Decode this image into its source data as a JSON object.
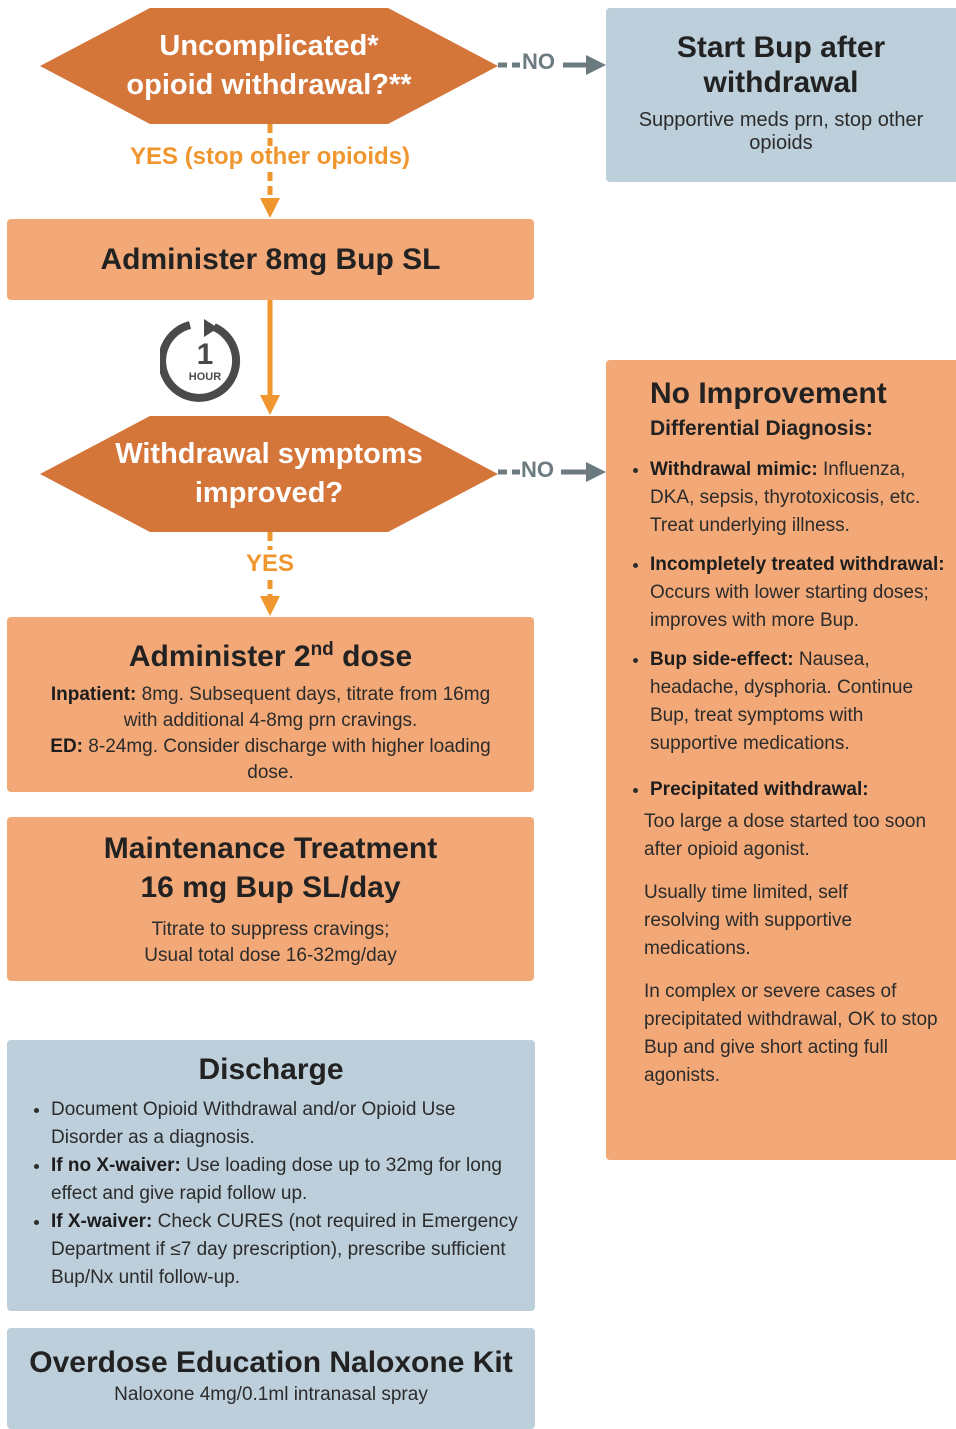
{
  "decision1": {
    "line1": "Uncomplicated*",
    "line2": "opioid withdrawal?**"
  },
  "decision1_no_label": "NO",
  "decision1_yes_label": "YES (stop other opioids)",
  "start_after": {
    "title_line1": "Start Bup after",
    "title_line2": "withdrawal",
    "subtitle": "Supportive meds prn, stop other opioids"
  },
  "administer_first": "Administer 8mg Bup SL",
  "timer": {
    "number": "1",
    "unit": "HOUR"
  },
  "decision2": {
    "line1": "Withdrawal symptoms",
    "line2": "improved?"
  },
  "decision2_no_label": "NO",
  "decision2_yes_label": "YES",
  "second_dose": {
    "title": "Administer 2",
    "title_sup": "nd",
    "title_end": " dose",
    "inpatient_label": "Inpatient:",
    "inpatient_text": " 8mg. Subsequent days, titrate from 16mg with additional 4-8mg prn cravings.",
    "ed_label": "ED:",
    "ed_text": " 8-24mg. Consider discharge with higher loading dose."
  },
  "maintenance": {
    "title_line1": "Maintenance Treatment",
    "title_line2": "16 mg Bup SL/day",
    "text_line1": "Titrate to suppress cravings;",
    "text_line2": "Usual total dose 16-32mg/day"
  },
  "no_improvement": {
    "title": "No Improvement",
    "subtitle": "Differential Diagnosis:",
    "items": [
      {
        "label": "Withdrawal mimic:",
        "text": " Influenza, DKA, sepsis, thyrotoxicosis, etc. Treat underlying illness."
      },
      {
        "label": "Incompletely treated withdrawal:",
        "text": " Occurs with lower starting doses; improves with more Bup."
      },
      {
        "label": "Bup side-effect:",
        "text": " Nausea, headache, dysphoria. Continue Bup, treat symptoms with supportive medications."
      },
      {
        "label": "Precipitated withdrawal:",
        "text": ""
      }
    ],
    "precip_para1": "Too large a dose started too soon after opioid agonist.",
    "precip_para2": "Usually time limited, self resolving with supportive medications.",
    "precip_para3": "In complex or severe cases of precipitated withdrawal, OK to stop Bup and give short acting full agonists."
  },
  "discharge": {
    "title": "Discharge",
    "item1_text": "Document Opioid Withdrawal and/or Opioid Use Disorder as a diagnosis.",
    "item2_label": "If no X-waiver:",
    "item2_text": " Use loading dose up to 32mg for long effect and give rapid follow up.",
    "item3_label": "If X-waiver:",
    "item3_text": " Check CURES (not required in Emergency Department if ≤7 day prescription), prescribe sufficient Bup/Nx until follow-up."
  },
  "overdose": {
    "title": "Overdose Education Naloxone Kit",
    "subtitle": "Naloxone 4mg/0.1ml intranasal spray"
  },
  "colors": {
    "decision": "#d4753a",
    "action_box": "#f2a877",
    "info_box": "#bdcfdb",
    "yes_arrow": "#f0962f",
    "no_arrow": "#6b7b80"
  }
}
